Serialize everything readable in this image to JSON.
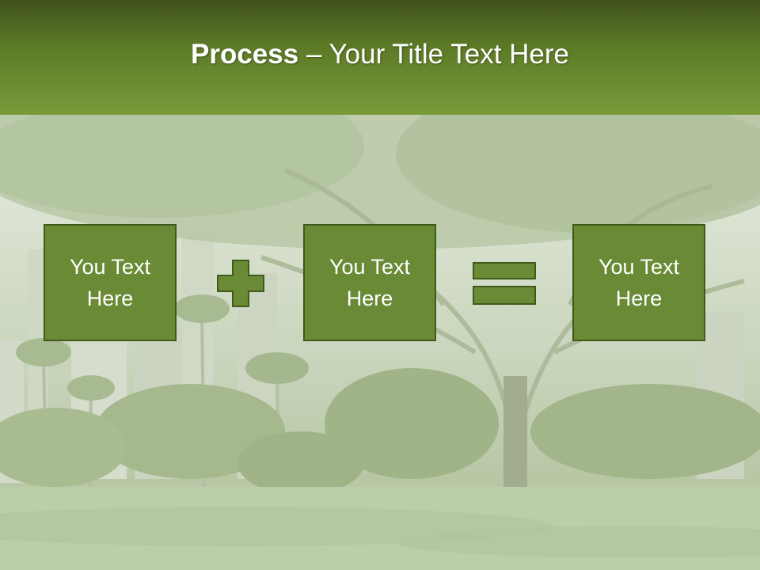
{
  "slide": {
    "title_bold": "Process",
    "title_rest": " – Your Title Text Here",
    "boxes": [
      {
        "text": "You Text Here"
      },
      {
        "text": "You Text Here"
      },
      {
        "text": "You Text Here"
      }
    ],
    "operators": [
      "plus-icon",
      "equals-icon"
    ],
    "colors": {
      "header_top": "#40521c",
      "header_bottom": "#7a9a3a",
      "box_fill": "#6a8a35",
      "box_border": "#3f5a1a",
      "text": "#ffffff"
    }
  }
}
